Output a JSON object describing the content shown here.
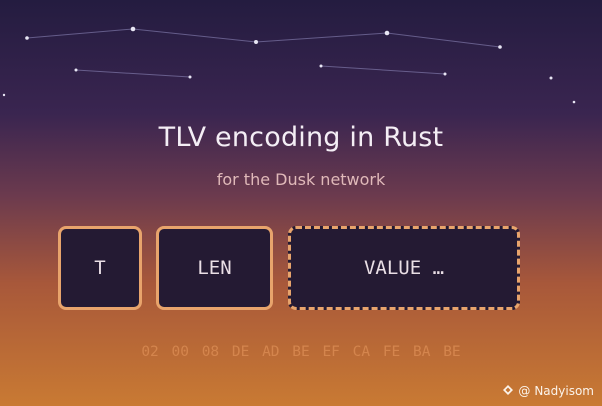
{
  "header": {
    "title": "TLV encoding in Rust",
    "subtitle": "for the Dusk network"
  },
  "fields": {
    "type_label": "T",
    "length_label": "LEN",
    "value_label": "VALUE …"
  },
  "bytes": "02 00 08 DE AD BE EF CA FE BA BE",
  "watermark": {
    "prefix": "@",
    "handle": "Nadyisom",
    "icon": "diamond-logo-icon"
  },
  "colors": {
    "box_fill": "#241a33",
    "box_border": "#e8a46c",
    "bytes_text": "#d98a52"
  }
}
